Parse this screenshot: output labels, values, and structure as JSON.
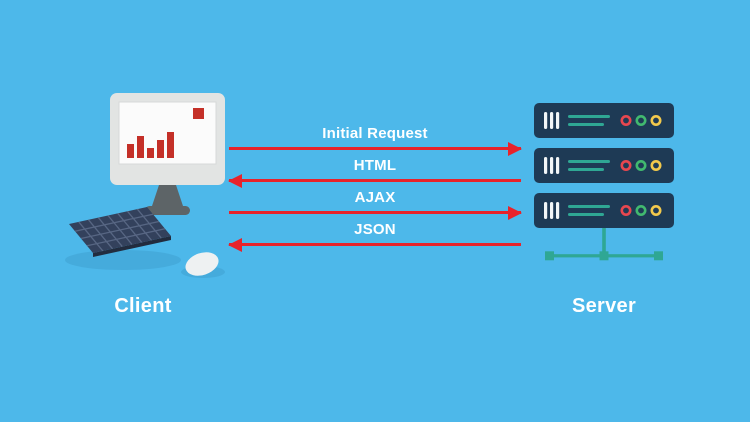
{
  "colors": {
    "background": "#4db8ea",
    "arrow": "#e8232b",
    "server_body": "#1e3a55",
    "server_accent_teal": "#2fa794",
    "led_red": "#e8474f",
    "led_green": "#41b96f",
    "led_yellow": "#f2c94c",
    "chart_bar_red": "#c43028",
    "label_text": "#ffffff"
  },
  "client": {
    "label": "Client",
    "icon": "desktop-computer-icon"
  },
  "server": {
    "label": "Server",
    "icon": "server-stack-icon"
  },
  "flows": [
    {
      "label": "Initial Request",
      "direction": "right",
      "from": "client",
      "to": "server"
    },
    {
      "label": "HTML",
      "direction": "left",
      "from": "server",
      "to": "client"
    },
    {
      "label": "AJAX",
      "direction": "right",
      "from": "client",
      "to": "server"
    },
    {
      "label": "JSON",
      "direction": "left",
      "from": "server",
      "to": "client"
    }
  ]
}
